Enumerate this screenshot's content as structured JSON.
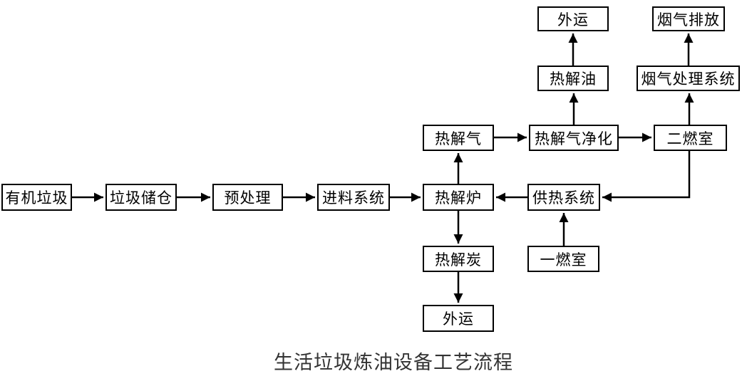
{
  "title": "生活垃圾炼油设备工艺流程",
  "colors": {
    "line": "#000000",
    "box_border": "#000000",
    "box_background": "#ffffff",
    "title_text": "#333333"
  },
  "diagram": {
    "type": "flowchart",
    "nodes": [
      {
        "id": "organic-waste",
        "label": "有机垃圾"
      },
      {
        "id": "waste-storage",
        "label": "垃圾储仓"
      },
      {
        "id": "pretreatment",
        "label": "预处理"
      },
      {
        "id": "feeding-system",
        "label": "进料系统"
      },
      {
        "id": "pyrolysis-furnace",
        "label": "热解炉"
      },
      {
        "id": "heat-supply-system",
        "label": "供热系统"
      },
      {
        "id": "pyrolysis-gas",
        "label": "热解气"
      },
      {
        "id": "pyrolysis-gas-purification",
        "label": "热解气净化"
      },
      {
        "id": "secondary-combustion-chamber",
        "label": "二燃室"
      },
      {
        "id": "pyrolysis-oil",
        "label": "热解油"
      },
      {
        "id": "flue-gas-treatment-system",
        "label": "烟气处理系统"
      },
      {
        "id": "outbound-transport-oil",
        "label": "外运"
      },
      {
        "id": "flue-gas-emission",
        "label": "烟气排放"
      },
      {
        "id": "pyrolysis-char",
        "label": "热解炭"
      },
      {
        "id": "primary-combustion-chamber",
        "label": "一燃室"
      },
      {
        "id": "outbound-transport-char",
        "label": "外运"
      }
    ],
    "edges": [
      {
        "from": "organic-waste",
        "to": "waste-storage"
      },
      {
        "from": "waste-storage",
        "to": "pretreatment"
      },
      {
        "from": "pretreatment",
        "to": "feeding-system"
      },
      {
        "from": "feeding-system",
        "to": "pyrolysis-furnace"
      },
      {
        "from": "heat-supply-system",
        "to": "pyrolysis-furnace"
      },
      {
        "from": "pyrolysis-furnace",
        "to": "pyrolysis-gas"
      },
      {
        "from": "pyrolysis-gas",
        "to": "pyrolysis-gas-purification"
      },
      {
        "from": "pyrolysis-gas-purification",
        "to": "secondary-combustion-chamber"
      },
      {
        "from": "pyrolysis-gas-purification",
        "to": "pyrolysis-oil"
      },
      {
        "from": "pyrolysis-oil",
        "to": "outbound-transport-oil"
      },
      {
        "from": "secondary-combustion-chamber",
        "to": "flue-gas-treatment-system"
      },
      {
        "from": "flue-gas-treatment-system",
        "to": "flue-gas-emission"
      },
      {
        "from": "secondary-combustion-chamber",
        "to": "heat-supply-system"
      },
      {
        "from": "primary-combustion-chamber",
        "to": "heat-supply-system"
      },
      {
        "from": "pyrolysis-furnace",
        "to": "pyrolysis-char"
      },
      {
        "from": "pyrolysis-char",
        "to": "outbound-transport-char"
      }
    ]
  }
}
